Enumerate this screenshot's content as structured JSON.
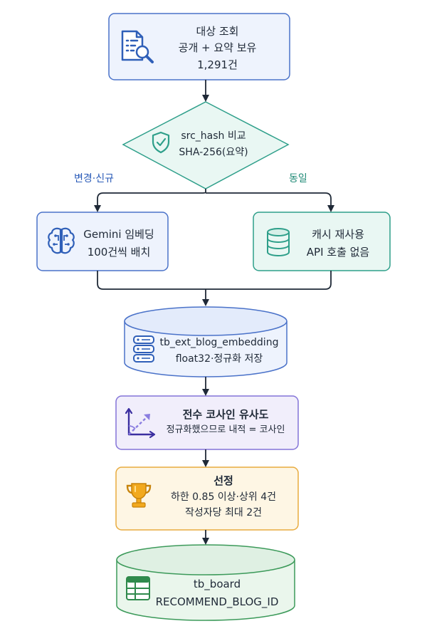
{
  "nodes": {
    "query": {
      "line1": "대상 조회",
      "line2": "공개 + 요약 보유",
      "line3": "1,291건",
      "icon": "document-search-icon"
    },
    "hash_compare": {
      "line1": "src_hash 비교",
      "line2": "SHA-256(요약)",
      "icon": "shield-check-icon"
    },
    "gemini": {
      "line1": "Gemini 임베딩",
      "line2": "100건씩 배치",
      "icon": "brain-icon"
    },
    "cache": {
      "line1": "캐시 재사용",
      "line2": "API 호출 없음",
      "icon": "database-icon"
    },
    "embedding_table": {
      "line1": "tb_ext_blog_embedding",
      "line2": "float32·정규화 저장",
      "icon": "server-icon"
    },
    "similarity": {
      "line1": "전수 코사인 유사도",
      "line2": "정규화했으므로 내적 = 코사인",
      "icon": "vector-angle-icon"
    },
    "selection": {
      "line1": "선정",
      "line2": "하한 0.85 이상·상위 4건",
      "line3": "작성자당 최대 2건",
      "icon": "trophy-icon"
    },
    "board_table": {
      "line1": "tb_board",
      "line2": "RECOMMEND_BLOG_ID",
      "icon": "table-icon"
    }
  },
  "branches": {
    "changed_new": "변경·신규",
    "same": "동일"
  },
  "colors": {
    "blue_border": "#4a72c9",
    "blue_fill": "#eef3fd",
    "teal_border": "#2e9f8a",
    "teal_fill": "#e9f7f3",
    "purple_border": "#8474d8",
    "purple_fill": "#f1eefb",
    "orange_border": "#e8ab3f",
    "orange_fill": "#fef6e4",
    "green_border": "#3c9a5a",
    "green_fill": "#eaf6ec",
    "arrow": "#1f2937",
    "label_blue": "#2a5bb8",
    "label_teal": "#1f8a76"
  }
}
